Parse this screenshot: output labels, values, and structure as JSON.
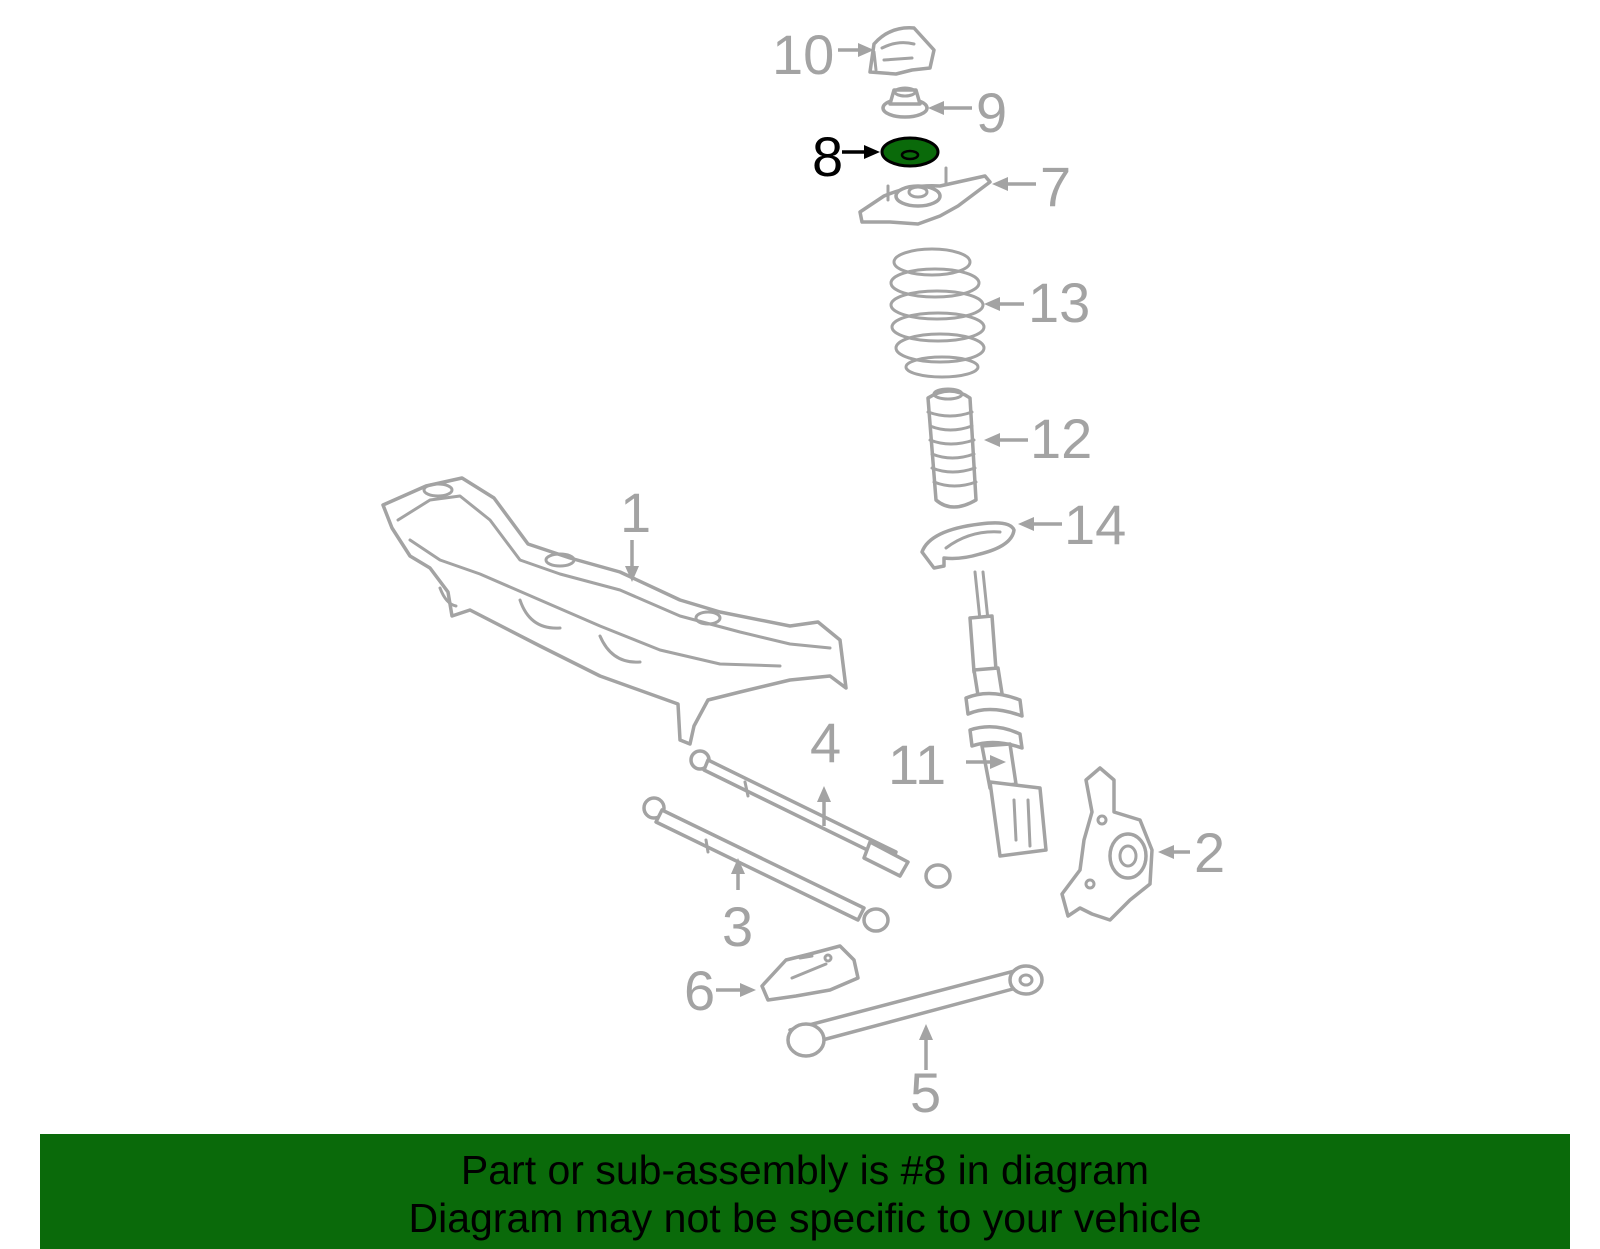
{
  "diagram": {
    "highlighted_part": "8",
    "highlight_color": "#0a6a0a",
    "line_color": "#a3a3a3",
    "callouts": [
      "1",
      "2",
      "3",
      "4",
      "5",
      "6",
      "7",
      "8",
      "9",
      "10",
      "11",
      "12",
      "13",
      "14"
    ]
  },
  "banner": {
    "line1": "Part or sub-assembly is #8 in diagram",
    "line2": "Diagram may not be specific to your vehicle",
    "background": "#0a6a0a"
  }
}
